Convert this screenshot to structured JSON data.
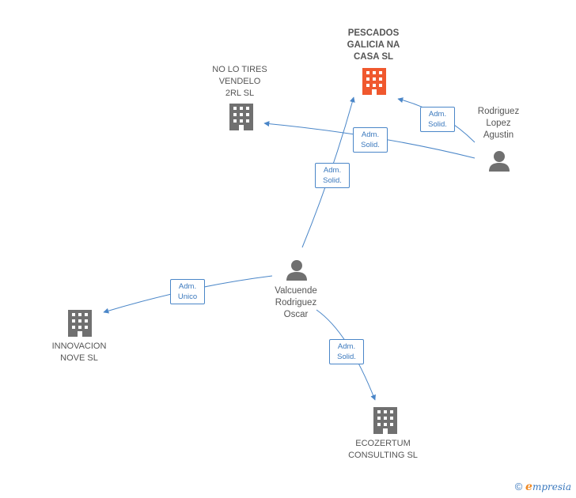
{
  "nodes": {
    "pescados": {
      "label": "PESCADOS\nGALICIA NA\nCASA SL",
      "type": "company",
      "color": "#f0582e"
    },
    "nolotires": {
      "label": "NO LO TIRES\nVENDELO\n2RL SL",
      "type": "company",
      "color": "#707070"
    },
    "rodriguez": {
      "label": "Rodriguez\nLopez\nAgustin",
      "type": "person",
      "color": "#707070"
    },
    "valcuende": {
      "label": "Valcuende\nRodriguez\nOscar",
      "type": "person",
      "color": "#707070"
    },
    "innovacion": {
      "label": "INNOVACION\nNOVE SL",
      "type": "company",
      "color": "#707070"
    },
    "ecozertum": {
      "label": "ECOZERTUM\nCONSULTING SL",
      "type": "company",
      "color": "#707070"
    }
  },
  "edges": {
    "rodriguez_pescados": {
      "line1": "Adm.",
      "line2": "Solid."
    },
    "rodriguez_nolotires": {
      "line1": "Adm.",
      "line2": "Solid."
    },
    "valcuende_pescados": {
      "line1": "Adm.",
      "line2": "Solid."
    },
    "valcuende_innovacion": {
      "line1": "Adm.",
      "line2": "Unico"
    },
    "valcuende_ecozertum": {
      "line1": "Adm.",
      "line2": "Solid."
    }
  },
  "footer": {
    "copyright_symbol": "©",
    "brand_initial": "e",
    "brand_rest": "mpresia"
  },
  "colors": {
    "edge": "#4a86c8",
    "badge_text": "#3a78bd",
    "main_company": "#f0582e",
    "node": "#707070"
  }
}
